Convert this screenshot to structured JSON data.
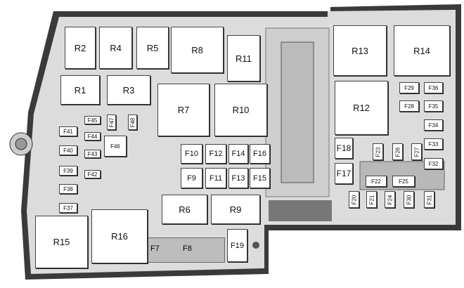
{
  "relays": {
    "R1": "R1",
    "R2": "R2",
    "R3": "R3",
    "R4": "R4",
    "R5": "R5",
    "R6": "R6",
    "R7": "R7",
    "R8": "R8",
    "R9": "R9",
    "R10": "R10",
    "R11": "R11",
    "R12": "R12",
    "R13": "R13",
    "R14": "R14",
    "R15": "R15",
    "R16": "R16"
  },
  "fuses": {
    "F7": "F7",
    "F8": "F8",
    "F9": "F9",
    "F10": "F10",
    "F11": "F11",
    "F12": "F12",
    "F13": "F13",
    "F14": "F14",
    "F15": "F15",
    "F16": "F16",
    "F17": "F17",
    "F18": "F18",
    "F19": "F19",
    "F20": "F20",
    "F21": "F21",
    "F22": "F22",
    "F23": "F23",
    "F24": "F24",
    "F25": "F25",
    "F26": "F26",
    "F27": "F27",
    "F28": "F28",
    "F29": "F29",
    "F30": "F30",
    "F31": "F31",
    "F32": "F32",
    "F33": "F33",
    "F34": "F34",
    "F35": "F35",
    "F36": "F36",
    "F37": "F37",
    "F38": "F38",
    "F39": "F39",
    "F40": "F40",
    "F41": "F41",
    "F42": "F42",
    "F43": "F43",
    "F44": "F44",
    "F45": "F45",
    "F46": "F46",
    "F47": "F47",
    "F48": "F48"
  }
}
